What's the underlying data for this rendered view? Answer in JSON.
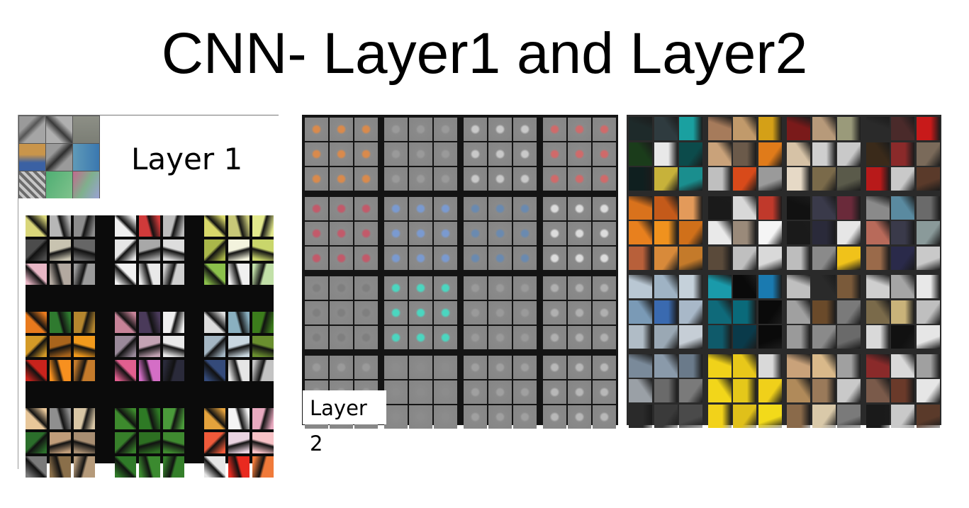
{
  "slide": {
    "title": "CNN- Layer1 and Layer2"
  },
  "layer1": {
    "label": "Layer 1"
  },
  "layer2": {
    "label": "Layer 2"
  },
  "colors": {
    "filter_gray": "#8a8a8a",
    "cell_border": "#1a1a1a",
    "frame_dark": "#111111"
  }
}
